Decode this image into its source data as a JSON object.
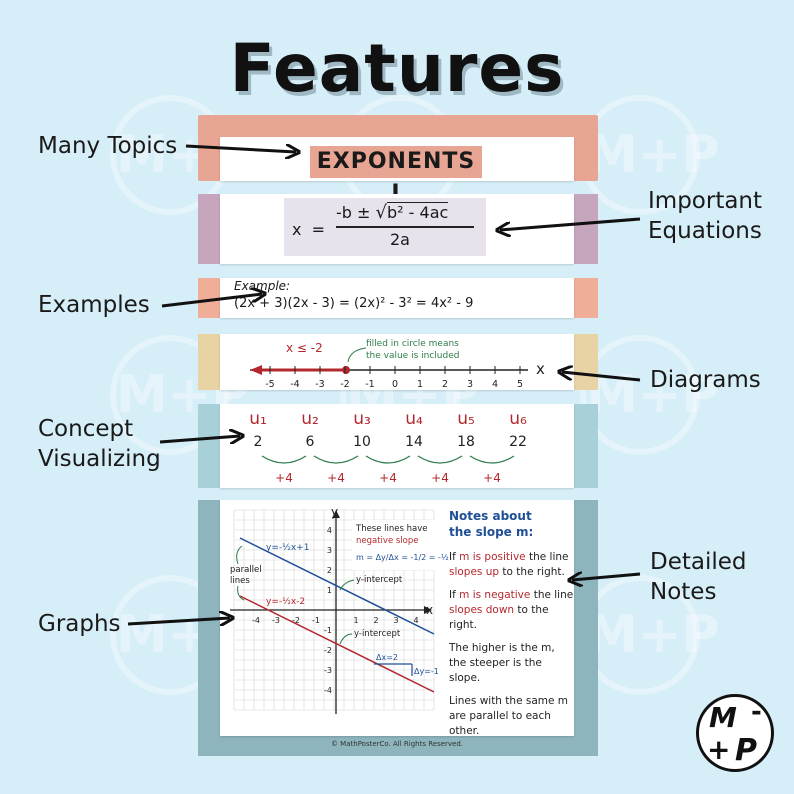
{
  "header": {
    "title": "Features"
  },
  "callouts": {
    "many_topics": "Many Topics",
    "important_1": "Important",
    "important_2": "Equations",
    "examples": "Examples",
    "diagrams": "Diagrams",
    "concept_1": "Concept",
    "concept_2": "Visualizing",
    "detailed_1": "Detailed",
    "detailed_2": "Notes",
    "graphs": "Graphs"
  },
  "topic": {
    "heading": "EXPONENTS I"
  },
  "equation": {
    "lhs": "x  =",
    "numerator_pre": "-b ±",
    "numerator_root": "b² - 4ac",
    "denominator": "2a"
  },
  "example": {
    "label": "Example:",
    "expression": "(2x + 3)(2x - 3) = (2x)² - 3² = 4x² - 9"
  },
  "numberline": {
    "inequality": "x ≤ -2",
    "note_1": "filled in circle means",
    "note_2": "the value is included",
    "variable": "x",
    "ticks": [
      "-5",
      "-4",
      "-3",
      "-2",
      "-1",
      "0",
      "1",
      "2",
      "3",
      "4",
      "5"
    ]
  },
  "sequence": {
    "terms": [
      "u₁",
      "u₂",
      "u₃",
      "u₄",
      "u₅",
      "u₆"
    ],
    "values": [
      "2",
      "6",
      "10",
      "14",
      "18",
      "22"
    ],
    "differences": [
      "+4",
      "+4",
      "+4",
      "+4",
      "+4"
    ]
  },
  "graph": {
    "y_axis": "y",
    "x_axis": "x",
    "line_top_eq": "y=-½x+1",
    "line_bottom_eq": "y=-½x-2",
    "parallel_1": "parallel",
    "parallel_2": "lines",
    "yint_1": "y-intercept",
    "yint_2": "y-intercept",
    "these_lines_1": "These lines have",
    "these_lines_2": "negative slope",
    "slope_formula": "m = Δy/Δx = -1/2 = -½",
    "delta_x": "Δx=2",
    "delta_y": "Δy=-1",
    "x_ticks": [
      "-4",
      "-3",
      "-2",
      "-1",
      "1",
      "2",
      "3",
      "4"
    ],
    "y_ticks": [
      "4",
      "3",
      "2",
      "1",
      "-1",
      "-2",
      "-3",
      "-4"
    ]
  },
  "notes": {
    "title_1": "Notes about",
    "title_2": "the slope m:",
    "p1_a": "If ",
    "p1_m": "m is positive",
    "p1_b": " the line ",
    "p1_c": "slopes up",
    "p1_d": " to the right.",
    "p2_a": "If ",
    "p2_m": "m is negative",
    "p2_b": " the line ",
    "p2_c": "slopes down",
    "p2_d": " to the right.",
    "p3": "The higher is the m, the steeper is the slope.",
    "p4": "Lines with the same m are parallel to each other."
  },
  "footer": {
    "copyright": "© MathPosterCo. All Rights Reserved."
  },
  "logo": {
    "top": "M",
    "minus": "-",
    "plus": "+",
    "bottom": "P"
  },
  "colors": {
    "salmon": "#e9a593",
    "mauve": "#c6a6bc",
    "peach": "#f0ae98",
    "sand": "#e8d3a5",
    "teal_light": "#a8d0d9",
    "teal_dark": "#8eb5bd",
    "red": "#b3282d",
    "green": "#2e7d4a",
    "blue": "#1f4f96"
  }
}
